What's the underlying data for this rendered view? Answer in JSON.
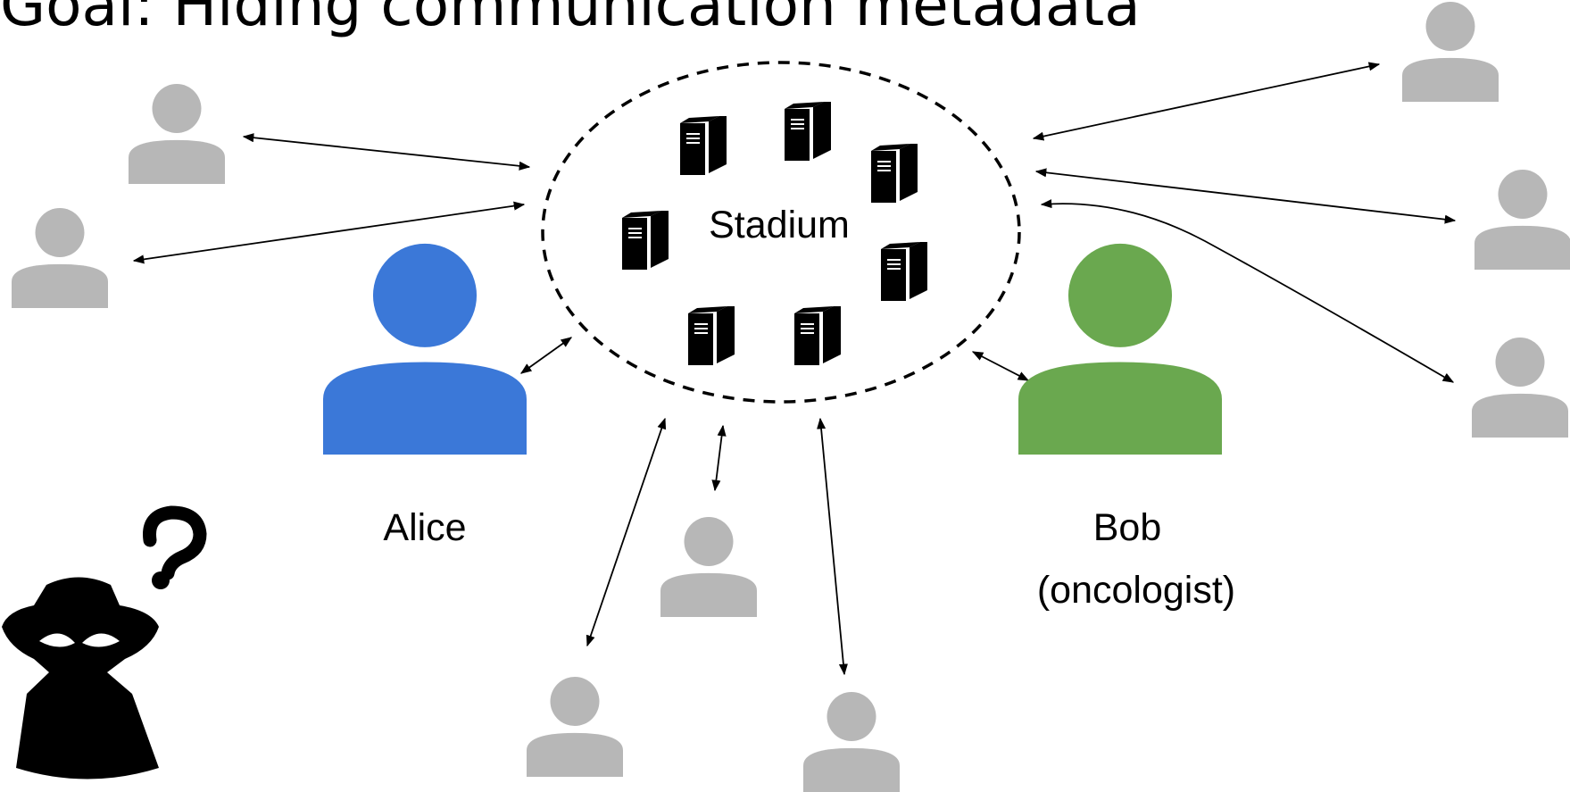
{
  "slide": {
    "title": "Goal: Hiding communication metadata"
  },
  "diagram": {
    "system_label": "Stadium",
    "alice": {
      "name": "Alice",
      "color": "#3b78d8"
    },
    "bob": {
      "name": "Bob",
      "role": "(oncologist)",
      "color": "#6aa84f"
    },
    "other_user_color": "#b7b7b7",
    "adversary_icon": "spy-icon",
    "server_icon": "server-icon",
    "user_icon": "user-icon"
  }
}
